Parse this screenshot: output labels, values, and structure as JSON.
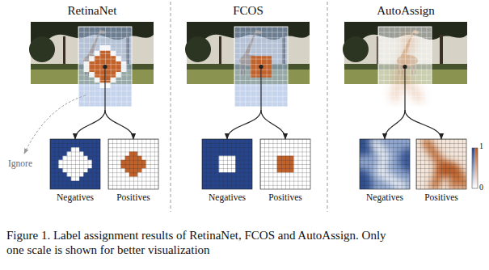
{
  "diagram": {
    "caption": "Figure 1. Label assignment results of RetinaNet, FCOS and AutoAssign. Only one scale is shown for better visualization",
    "nodes": [
      {
        "text": [
          "RetinaNet"
        ]
      },
      {
        "text": [
          "Negatives"
        ]
      },
      {
        "text": [
          "Positives"
        ]
      },
      {
        "text": [
          "FCOS"
        ]
      },
      {
        "text": [
          "Negatives"
        ]
      },
      {
        "text": [
          "Positives"
        ]
      },
      {
        "text": [
          "AutoAssign"
        ]
      },
      {
        "text": [
          "Negatives"
        ]
      },
      {
        "text": [
          "Positives"
        ]
      }
    ],
    "edges": [
      {
        "from": 0,
        "to": 1,
        "arrow": "to"
      },
      {
        "from": 0,
        "to": 2,
        "arrow": "to"
      },
      {
        "from": 3,
        "to": 4,
        "arrow": "to"
      },
      {
        "from": 3,
        "to": 5,
        "arrow": "to"
      },
      {
        "from": 6,
        "to": 7,
        "arrow": "to"
      },
      {
        "from": 6,
        "to": 8,
        "arrow": "to"
      }
    ],
    "labels": [
      "Ignore",
      "1",
      "0"
    ]
  }
}
